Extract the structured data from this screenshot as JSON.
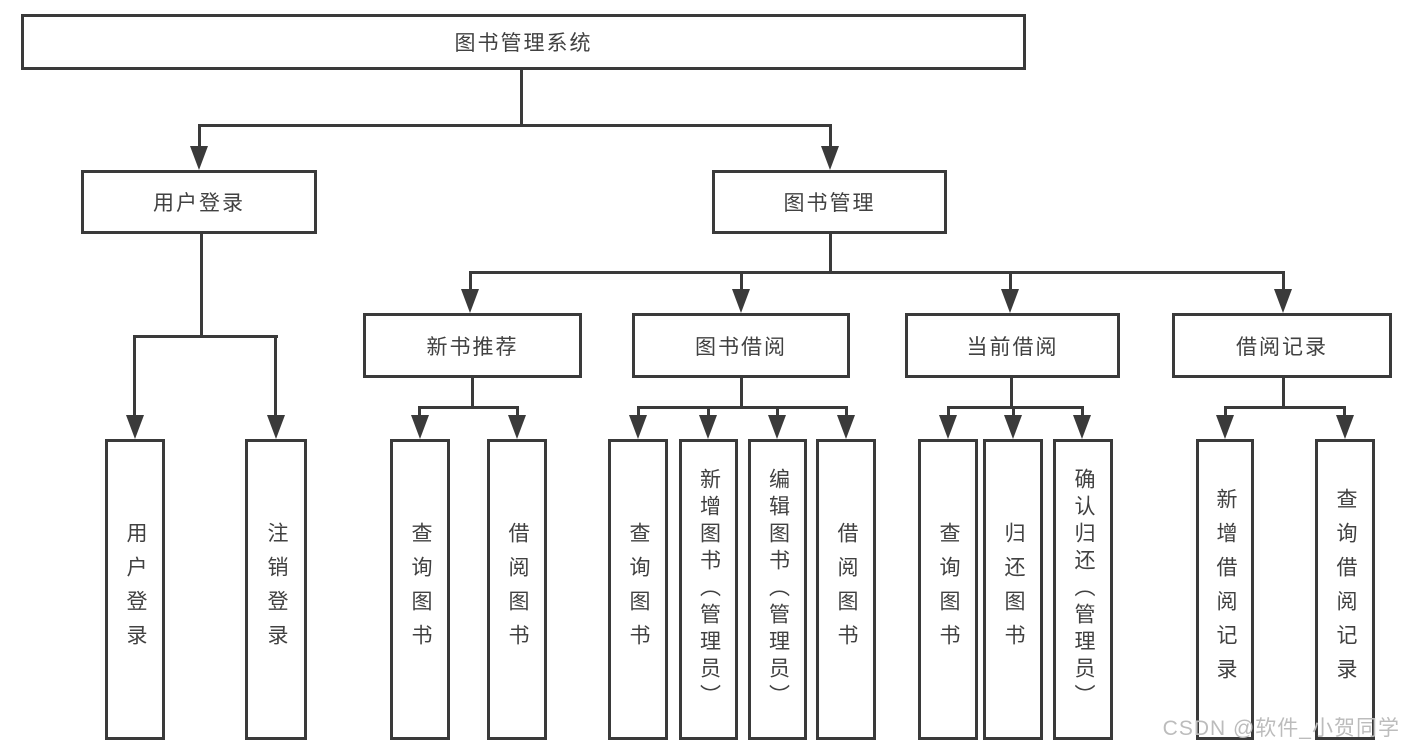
{
  "diagram": {
    "root": {
      "label": "图书管理系统"
    },
    "level2": [
      {
        "label": "用户登录"
      },
      {
        "label": "图书管理"
      }
    ],
    "level3": [
      {
        "label": "新书推荐"
      },
      {
        "label": "图书借阅"
      },
      {
        "label": "当前借阅"
      },
      {
        "label": "借阅记录"
      }
    ],
    "leaves": [
      {
        "label": "用户登录"
      },
      {
        "label": "注销登录"
      },
      {
        "label": "查询图书"
      },
      {
        "label": "借阅图书"
      },
      {
        "label": "查询图书"
      },
      {
        "label": "新增图书（管理员）"
      },
      {
        "label": "编辑图书（管理员）"
      },
      {
        "label": "借阅图书"
      },
      {
        "label": "查询图书"
      },
      {
        "label": "归还图书"
      },
      {
        "label": "确认归还（管理员）"
      },
      {
        "label": "新增借阅记录"
      },
      {
        "label": "查询借阅记录"
      }
    ],
    "watermark": "CSDN @软件_小贺同学",
    "colors": {
      "line": "#3a3a3a",
      "text": "#414141",
      "background": "#ffffff",
      "watermark": "#bcbcbc"
    }
  }
}
